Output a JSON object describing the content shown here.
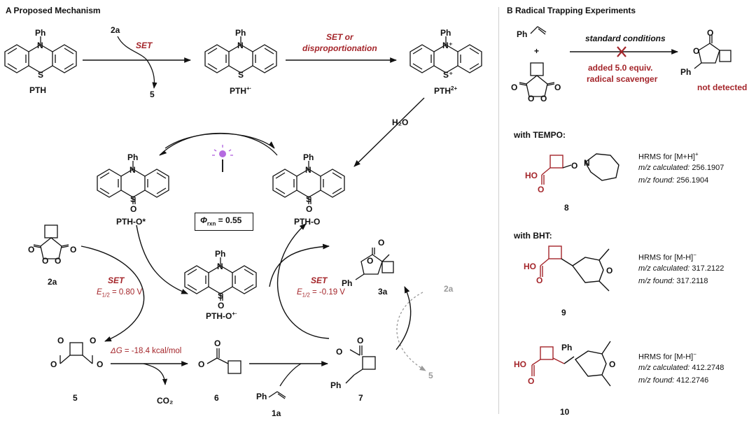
{
  "panel_a": {
    "title": "A   Proposed Mechanism",
    "pth": "PTH",
    "reagent_2a_top": "2a",
    "set_top": "SET",
    "product_5_top": "5",
    "pth_radcat": "PTH",
    "pth_radcat_sup": "+·",
    "set_disprop_1": "SET or",
    "set_disprop_2": "disproportionation",
    "pth_dication": "PTH",
    "pth_dication_sup": "2+",
    "h2o": "H₂O",
    "pth_o_star": "PTH-O*",
    "pth_o": "PTH-O",
    "phi_label": "Φ",
    "phi_sub": "rxn",
    "phi_value": " = 0.55",
    "label_2a": "2a",
    "set_left": "SET",
    "e_left_label": "E",
    "e_left_sub": "1/2",
    "e_left_value": " = 0.80 V",
    "pth_o_radcat": "PTH-O",
    "pth_o_radcat_sup": "+·",
    "set_right": "SET",
    "e_right_label": "E",
    "e_right_sub": "1/2",
    "e_right_value": " = -0.19 V",
    "label_3a": "3a",
    "grey_2a": "2a",
    "grey_5": "5",
    "dg_label": "ΔG",
    "dg_value": " = -18.4 kcal/mol",
    "label_5_bottom": "5",
    "co2": "CO₂",
    "label_6": "6",
    "label_7": "7",
    "label_1a": "1a",
    "ph": "Ph",
    "o": "O",
    "s": "S",
    "n": "N",
    "s_plus": "S⁺",
    "n_plus": "N⁺",
    "s_radcat": "S",
    "neg": "−",
    "dot": "·"
  },
  "panel_b": {
    "title": "B   Radical Trapping Experiments",
    "ph": "Ph",
    "plus": "+",
    "standard_conditions": "standard conditions",
    "added_1": "added 5.0 equiv.",
    "added_2": "radical scavenger",
    "not_detected": "not detected",
    "with_tempo": "with TEMPO:",
    "with_bht": "with BHT:",
    "ho": "HO",
    "o": "O",
    "n": "N",
    "cmpd_8": "8",
    "cmpd_9": "9",
    "cmpd_10": "10",
    "hrms_8": "HRMS for [M+H]",
    "hrms_8_sup": "+",
    "calc_8_label": "m/z calculated:",
    "calc_8_value": " 256.1907",
    "found_8_label": "m/z found:",
    "found_8_value": " 256.1904",
    "hrms_9": "HRMS for [M-H]",
    "hrms_9_sup": "−",
    "calc_9_label": "m/z calculated:",
    "calc_9_value": " 317.2122",
    "found_9_label": "m/z found:",
    "found_9_value": " 317.2118",
    "hrms_10": "HRMS for [M-H]",
    "hrms_10_sup": "−",
    "calc_10_label": "m/z calculated:",
    "calc_10_value": " 412.2748",
    "found_10_label": "m/z found:",
    "found_10_value": " 412.2746"
  },
  "colors": {
    "ink": "#111111",
    "accent_red": "#a4252a",
    "grey": "#9a9a9a",
    "lamp_violet": "#b56be0"
  }
}
